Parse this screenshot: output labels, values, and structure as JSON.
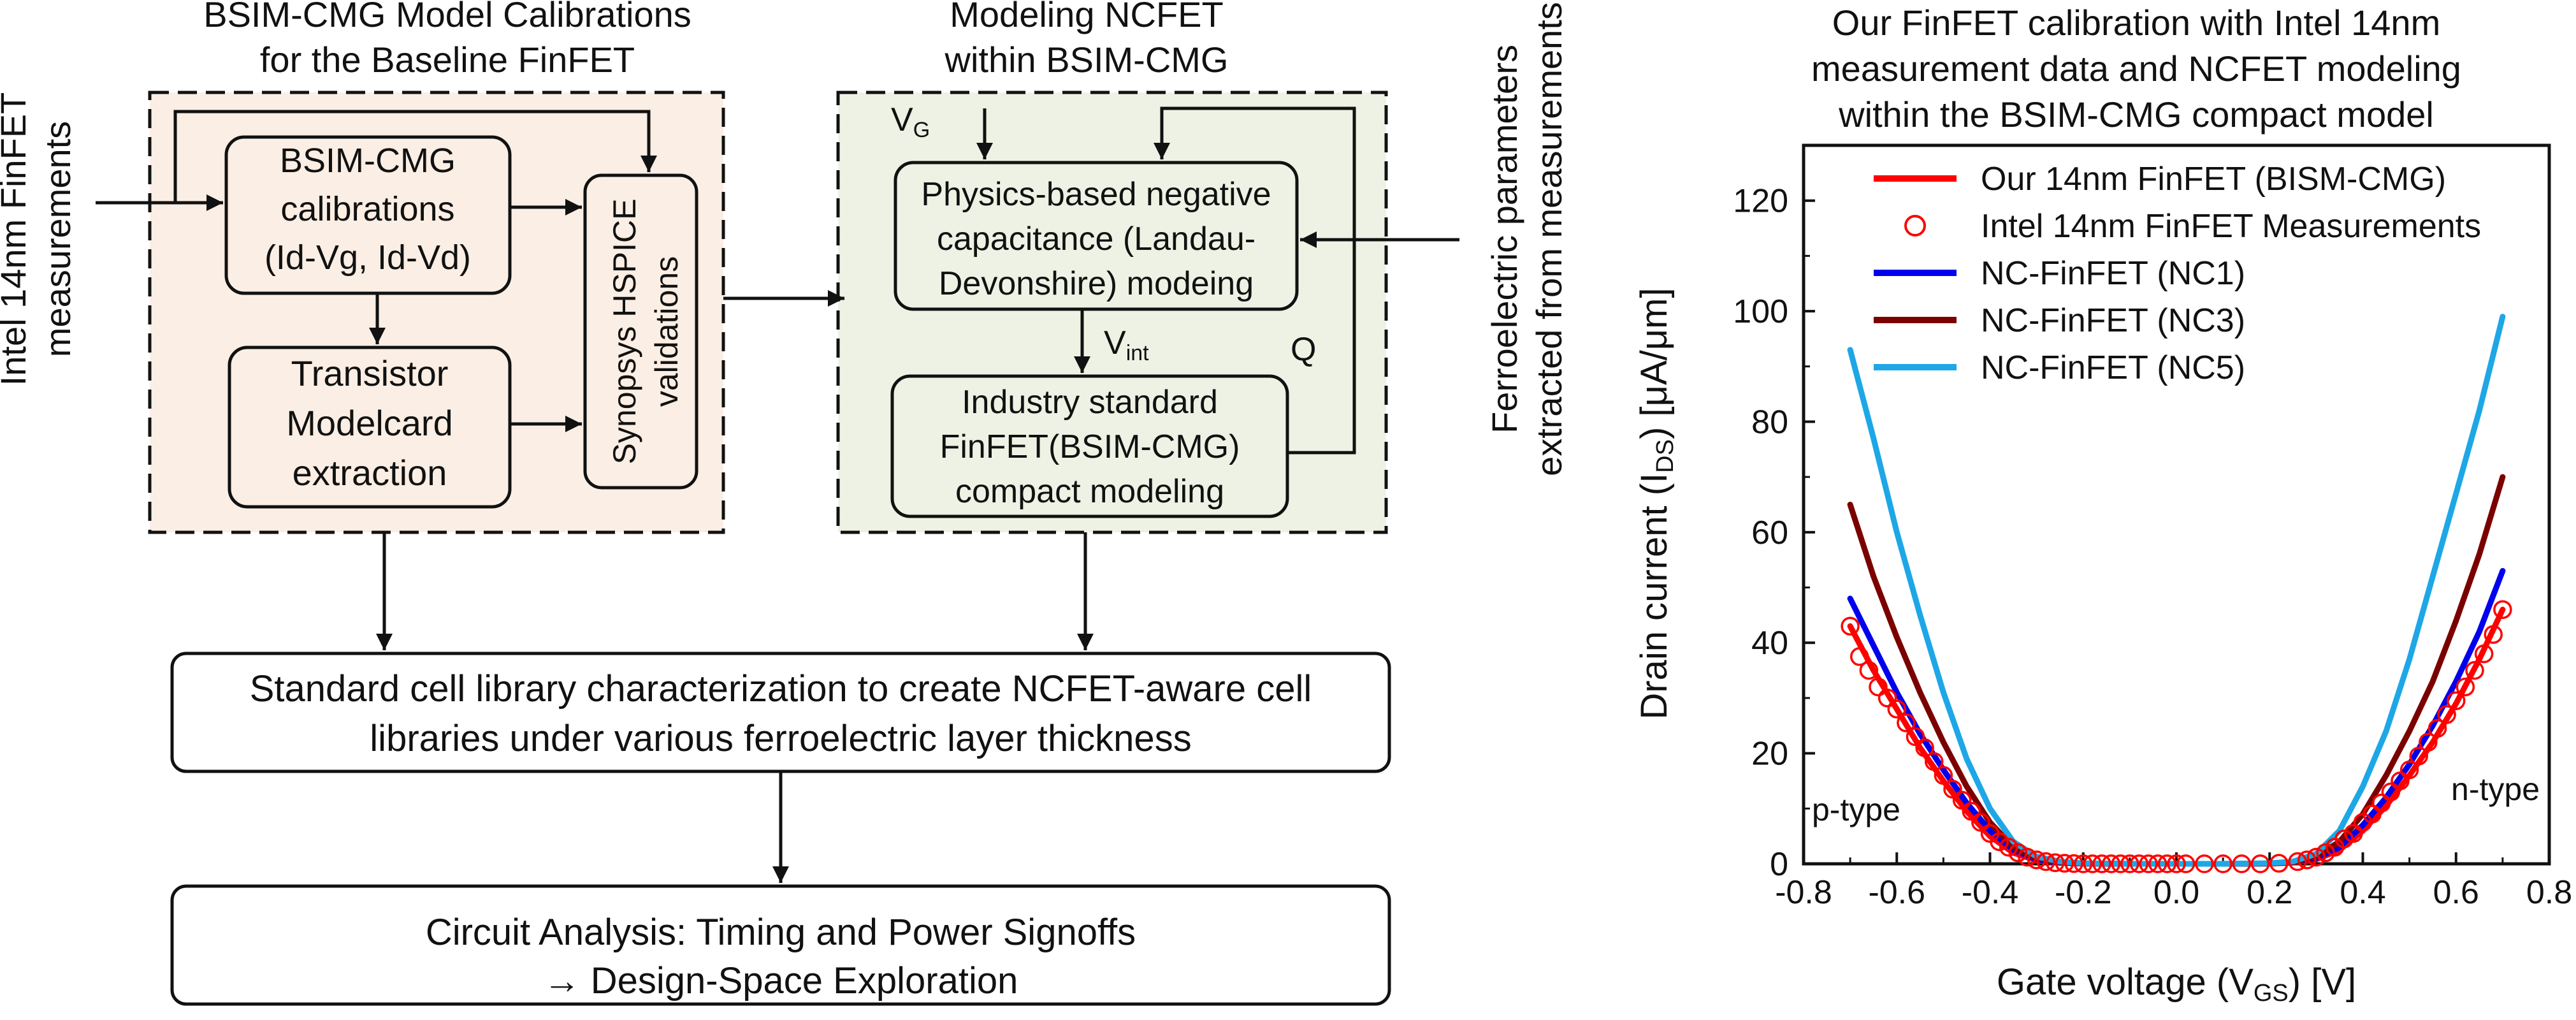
{
  "flowchart": {
    "left_panel_title": [
      "BSIM-CMG Model Calibrations",
      "for the Baseline FinFET"
    ],
    "middle_panel_title": [
      "Modeling NCFET",
      "within BSIM-CMG"
    ],
    "left_input_label": [
      "Intel 14nm FinFET",
      "measurements"
    ],
    "right_input_label": [
      "Ferroelectric parameters",
      "extracted from measurements"
    ],
    "calibration_box": [
      "BSIM-CMG",
      "calibrations",
      "(Id-Vg, Id-Vd)"
    ],
    "validation_box": [
      "Synopsys HSPICE",
      "validations"
    ],
    "modelcard_box": [
      "Transistor",
      "Modelcard",
      "extraction"
    ],
    "vg_label": "V",
    "vg_sub": "G",
    "physics_box": [
      "Physics-based negative",
      "capacitance (Landau-",
      "Devonshire) modeing"
    ],
    "vint_label": "V",
    "vint_sub": "int",
    "q_label": "Q",
    "industry_box": [
      "Industry standard",
      "FinFET(BSIM-CMG)",
      "compact modeling"
    ],
    "library_box": [
      "Standard cell library characterization to create NCFET-aware cell",
      "libraries under various ferroelectric layer thickness"
    ],
    "circuit_box": [
      "Circuit Analysis: Timing and Power Signoffs",
      "→ Design-Space Exploration"
    ],
    "colors": {
      "left_panel_fill": "#fbeee4",
      "middle_panel_fill": "#edf2e4",
      "line": "#111111"
    }
  },
  "chart_data": {
    "type": "line",
    "title": [
      "Our FinFET calibration with Intel 14nm",
      "measurement data and NCFET modeling",
      "within the BSIM-CMG compact model"
    ],
    "xlabel": "Gate voltage (V",
    "xlabel_sub": "GS",
    "xlabel_tail": ") [V]",
    "ylabel": "Drain current (I",
    "ylabel_sub": "DS",
    "ylabel_tail": ") [μA/μm]",
    "xlim": [
      -0.8,
      0.8
    ],
    "ylim": [
      0,
      130
    ],
    "xticks": [
      -0.8,
      -0.6,
      -0.4,
      -0.2,
      0.0,
      0.2,
      0.4,
      0.6,
      0.8
    ],
    "xtick_labels": [
      "-0.8",
      "-0.6",
      "-0.4",
      "-0.2",
      "0.0",
      "0.2",
      "0.4",
      "0.6",
      "0.8"
    ],
    "yticks": [
      0,
      20,
      40,
      60,
      80,
      100,
      120
    ],
    "ytick_labels": [
      "0",
      "20",
      "40",
      "60",
      "80",
      "100",
      "120"
    ],
    "grid": false,
    "legend_position": "top-left",
    "annotations": [
      "p-type",
      "n-type"
    ],
    "series": [
      {
        "name": "Our 14nm FinFET (BISM-CMG)",
        "style": "line",
        "color": "#ff0000",
        "x": [
          -0.7,
          -0.65,
          -0.6,
          -0.55,
          -0.5,
          -0.45,
          -0.4,
          -0.35,
          -0.3,
          -0.25,
          -0.2,
          -0.1,
          0.0,
          0.1,
          0.2,
          0.25,
          0.3,
          0.35,
          0.4,
          0.45,
          0.5,
          0.55,
          0.6,
          0.65,
          0.7
        ],
        "y": [
          43,
          35,
          28,
          21,
          15,
          9.5,
          5,
          2,
          0.6,
          0.2,
          0.05,
          0,
          0,
          0,
          0.05,
          0.2,
          0.8,
          2.5,
          6,
          10.5,
          16,
          22,
          29,
          37,
          46
        ]
      },
      {
        "name": "Intel 14nm FinFET Measurements",
        "style": "markers",
        "color": "#ff0000",
        "x": [
          -0.7,
          -0.68,
          -0.66,
          -0.64,
          -0.62,
          -0.6,
          -0.58,
          -0.56,
          -0.54,
          -0.52,
          -0.5,
          -0.48,
          -0.46,
          -0.44,
          -0.42,
          -0.4,
          -0.38,
          -0.36,
          -0.34,
          -0.32,
          -0.3,
          -0.28,
          -0.26,
          -0.24,
          -0.22,
          -0.2,
          -0.18,
          -0.16,
          -0.14,
          -0.12,
          -0.1,
          -0.08,
          -0.06,
          -0.04,
          -0.02,
          0.0,
          0.02,
          0.06,
          0.1,
          0.14,
          0.18,
          0.22,
          0.26,
          0.28,
          0.3,
          0.32,
          0.34,
          0.36,
          0.38,
          0.4,
          0.42,
          0.44,
          0.46,
          0.48,
          0.5,
          0.52,
          0.54,
          0.56,
          0.58,
          0.6,
          0.62,
          0.64,
          0.66,
          0.68,
          0.7
        ],
        "y": [
          43,
          37.5,
          35,
          32,
          30,
          28,
          25.5,
          23,
          21,
          18.5,
          16,
          13.5,
          11.5,
          9.5,
          7.5,
          5.5,
          4,
          3,
          2,
          1.2,
          0.7,
          0.4,
          0.2,
          0.1,
          0.05,
          0,
          0,
          0,
          0,
          0,
          0,
          0,
          0,
          0,
          0,
          0,
          0,
          0,
          0,
          0,
          0,
          0.1,
          0.4,
          0.7,
          1.2,
          2,
          3,
          4.5,
          5.5,
          7.5,
          9,
          11,
          13,
          15,
          17,
          19.5,
          22,
          24.5,
          27,
          29.5,
          32,
          35,
          38,
          41.5,
          46
        ]
      },
      {
        "name": "NC-FinFET (NC1)",
        "style": "line",
        "color": "#0000ee",
        "x": [
          -0.7,
          -0.65,
          -0.6,
          -0.55,
          -0.5,
          -0.45,
          -0.4,
          -0.35,
          -0.3,
          -0.25,
          -0.2,
          -0.1,
          0.0,
          0.1,
          0.2,
          0.25,
          0.3,
          0.35,
          0.4,
          0.45,
          0.5,
          0.55,
          0.6,
          0.65,
          0.7
        ],
        "y": [
          48,
          39.5,
          31,
          23.5,
          17,
          11,
          6,
          2.5,
          0.8,
          0.2,
          0.05,
          0,
          0,
          0,
          0.05,
          0.3,
          1,
          3,
          7,
          12,
          18,
          25,
          33,
          42,
          53
        ]
      },
      {
        "name": "NC-FinFET (NC3)",
        "style": "line",
        "color": "#7b0000",
        "x": [
          -0.7,
          -0.65,
          -0.6,
          -0.55,
          -0.5,
          -0.45,
          -0.4,
          -0.35,
          -0.3,
          -0.25,
          -0.2,
          -0.1,
          0.0,
          0.1,
          0.2,
          0.25,
          0.3,
          0.35,
          0.4,
          0.45,
          0.5,
          0.55,
          0.6,
          0.65,
          0.7
        ],
        "y": [
          65,
          52,
          41,
          31,
          22,
          14,
          7.5,
          3,
          1,
          0.3,
          0.05,
          0,
          0,
          0,
          0.05,
          0.3,
          1.3,
          4,
          9,
          16,
          24,
          33,
          44,
          56,
          70
        ]
      },
      {
        "name": "NC-FinFET (NC5)",
        "style": "line",
        "color": "#1ea7e6",
        "x": [
          -0.7,
          -0.65,
          -0.6,
          -0.55,
          -0.5,
          -0.45,
          -0.4,
          -0.35,
          -0.3,
          -0.25,
          -0.2,
          -0.1,
          0.0,
          0.1,
          0.2,
          0.25,
          0.3,
          0.35,
          0.4,
          0.45,
          0.5,
          0.55,
          0.6,
          0.65,
          0.7
        ],
        "y": [
          93,
          77,
          60,
          45,
          31,
          19,
          10,
          4,
          1.3,
          0.4,
          0.1,
          0,
          0,
          0,
          0.1,
          0.4,
          1.8,
          6,
          14,
          24,
          37,
          52,
          67,
          82,
          99
        ]
      }
    ]
  }
}
